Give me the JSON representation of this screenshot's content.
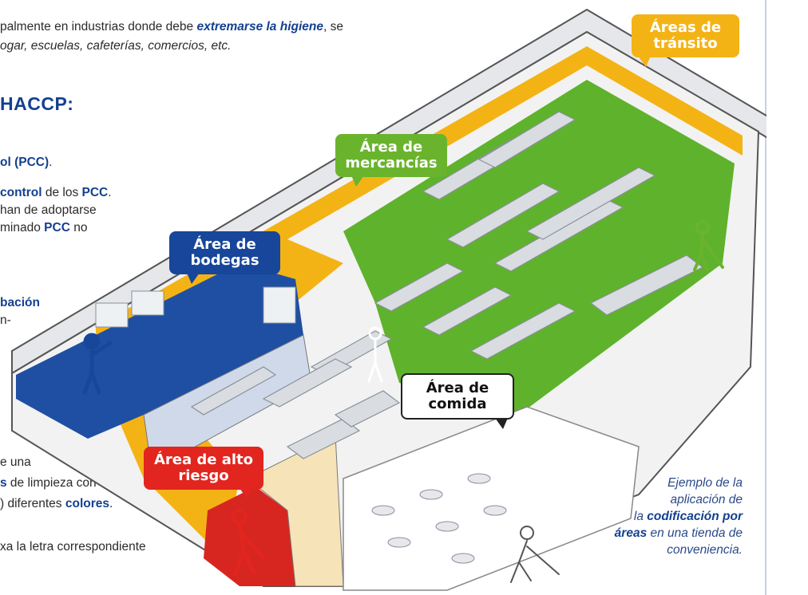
{
  "intro": {
    "line1_pre": "palmente en industrias donde debe ",
    "line1_emph": "extremarse la higiene",
    "line1_post": ", se",
    "line2": "ogar, escuelas, cafeterías, comercios, etc."
  },
  "heading": "HACCP:",
  "left_text": {
    "pcc_bold": "ol (PCC)",
    "pcc_tail": ".",
    "control_bold": "control",
    "control_mid": " de los ",
    "control_pcc": "PCC",
    "control_tail": ".",
    "adopt": " han de adoptarse",
    "minado_pre": "minado ",
    "minado_pcc": "PCC",
    "minado_post": " no",
    "bacion": "bación",
    "n_dash": "n-",
    "una": "e una",
    "limpieza_bold": "s",
    "limpieza_post": " de limpieza con",
    "colores_pre": ") diferentes ",
    "colores_bold": "colores",
    "colores_post": ".",
    "letra": "xa la letra correspondiente"
  },
  "tags": {
    "transit": "Áreas de tránsito",
    "merc": "Área de mercancías",
    "bod": "Área de bodegas",
    "com": "Área de comida",
    "risk": "Área de alto riesgo"
  },
  "caption": {
    "l1": "Ejemplo de la",
    "l2": "aplicación de",
    "l3_pre": "la ",
    "l3_bold": "codificación por",
    "l4_bold": "áreas",
    "l4_post": " en una tienda de",
    "l5": "conveniencia."
  },
  "colors": {
    "transit": "#f4b315",
    "merc": "#6ab42d",
    "bod": "#17469a",
    "com": "#ffffff",
    "risk": "#e2251f"
  }
}
